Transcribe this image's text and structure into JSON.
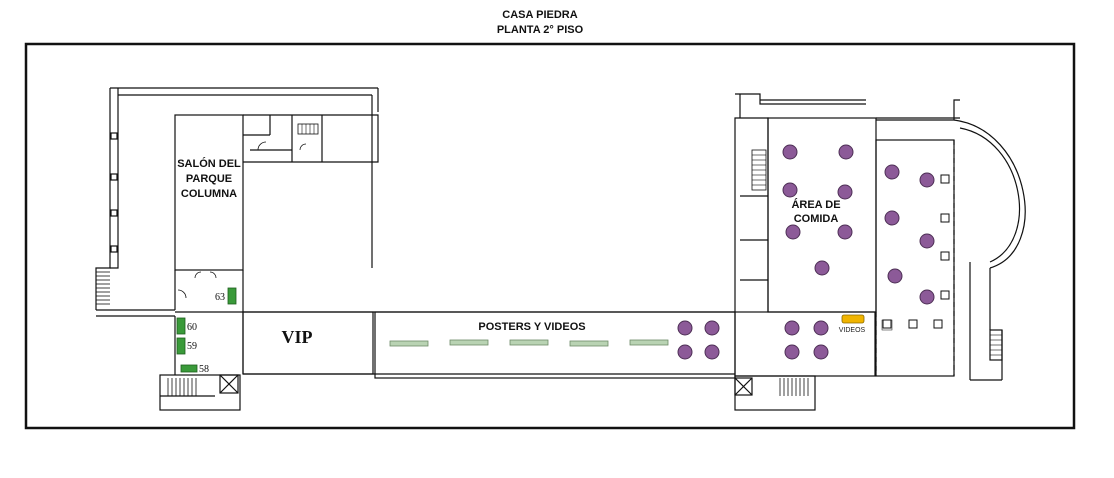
{
  "header": {
    "title": "CASA PIEDRA",
    "subtitle": "PLANTA 2° PISO"
  },
  "rooms": {
    "salon_line1": "SALÓN DEL",
    "salon_line2": "PARQUE",
    "salon_line3": "COLUMNA",
    "vip": "VIP",
    "posters": "POSTERS Y VIDEOS",
    "comida_line1": "ÁREA DE",
    "comida_line2": "COMIDA",
    "videos": "VIDEOS"
  },
  "stands": [
    {
      "label": "63"
    },
    {
      "label": "60"
    },
    {
      "label": "59"
    },
    {
      "label": "58"
    }
  ],
  "colors": {
    "table_fill": "#8c5a98",
    "table_stroke": "#4d2f55",
    "stand_fill": "#3a9a3a",
    "poster_fill": "#b9d3b3",
    "video_fill": "#f0b400",
    "wall": "#111111"
  }
}
